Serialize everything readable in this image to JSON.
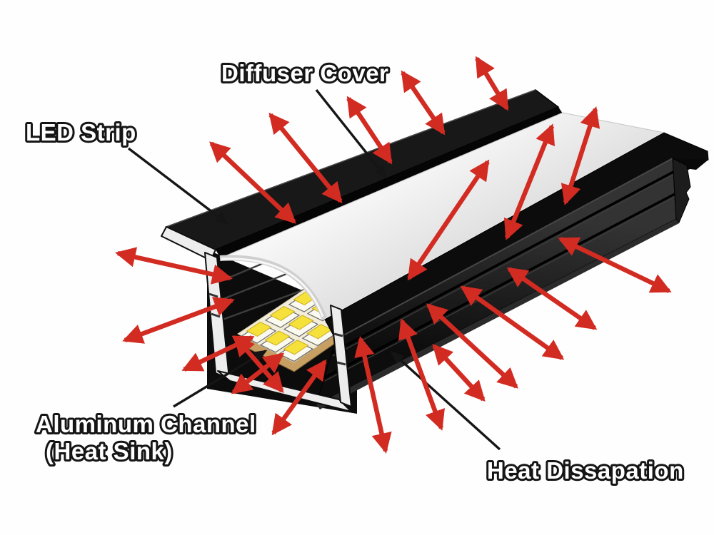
{
  "diagram": {
    "labels": {
      "diffuser_cover": "Diffuser Cover",
      "led_strip": "LED Strip",
      "aluminum_channel": "Aluminum Channel",
      "heat_sink": "(Heat Sink)",
      "heat_dissipation": "Heat Dissapation"
    },
    "colors": {
      "background": "#fefefe",
      "arrow_red": "#d22b22",
      "leader_black": "#151515",
      "label_fill": "#ffffff",
      "channel_black": "#181818",
      "channel_dark": "#0c0c0c",
      "cut_silver": "#ededed",
      "diffuser_white": "#fdfdfd",
      "diffuser_shade": "#dcdcdc",
      "pcb_cream": "#f3eeda",
      "pcb_edge_tan": "#c79f63",
      "led_yellow": "#f6e13a"
    }
  }
}
